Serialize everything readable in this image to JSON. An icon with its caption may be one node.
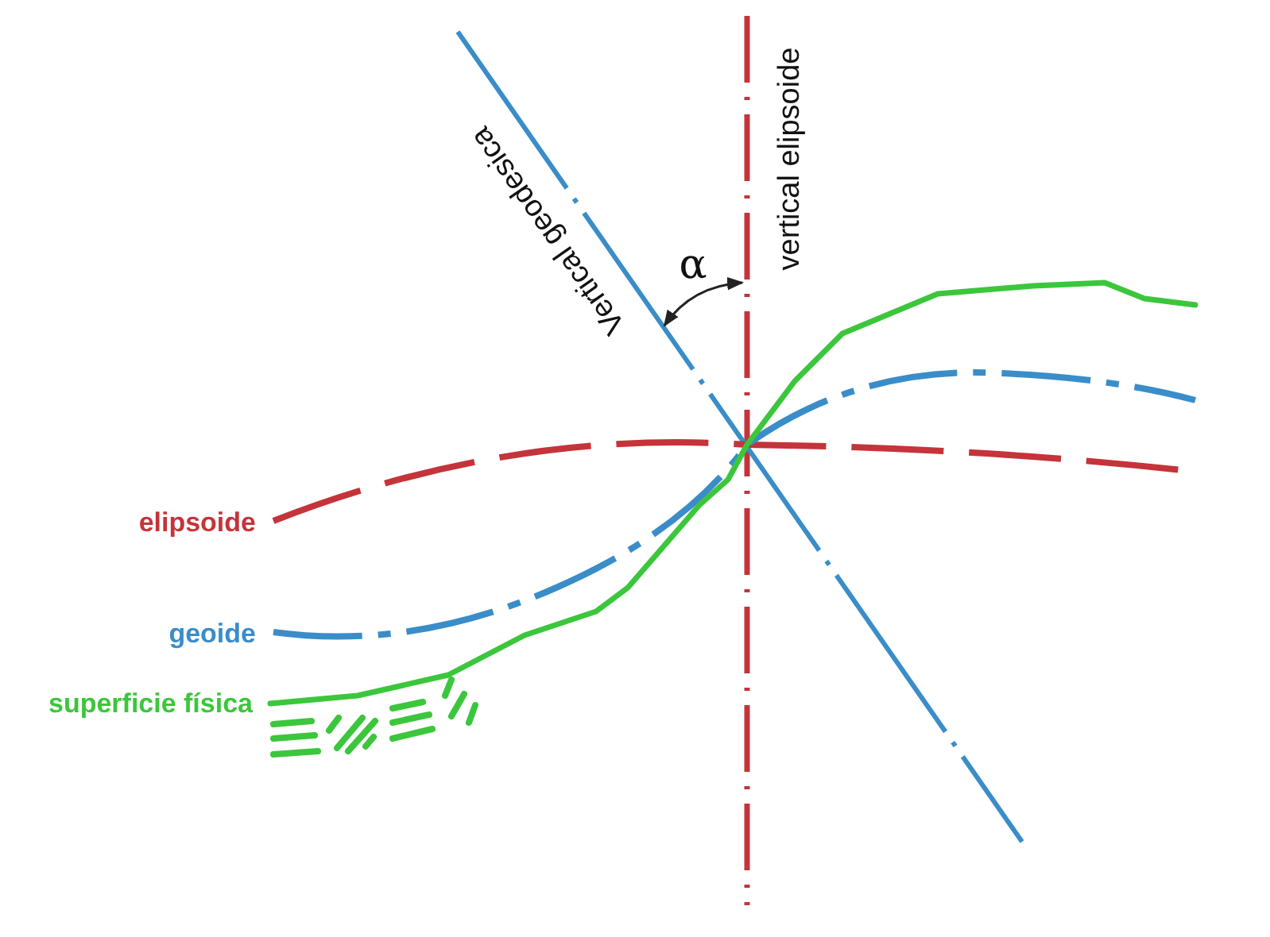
{
  "diagram": {
    "labels": [
      "Vertical geodesica",
      "α",
      "vertical elipsoide",
      "elipsoide",
      "geoide",
      "superficie física"
    ]
  }
}
